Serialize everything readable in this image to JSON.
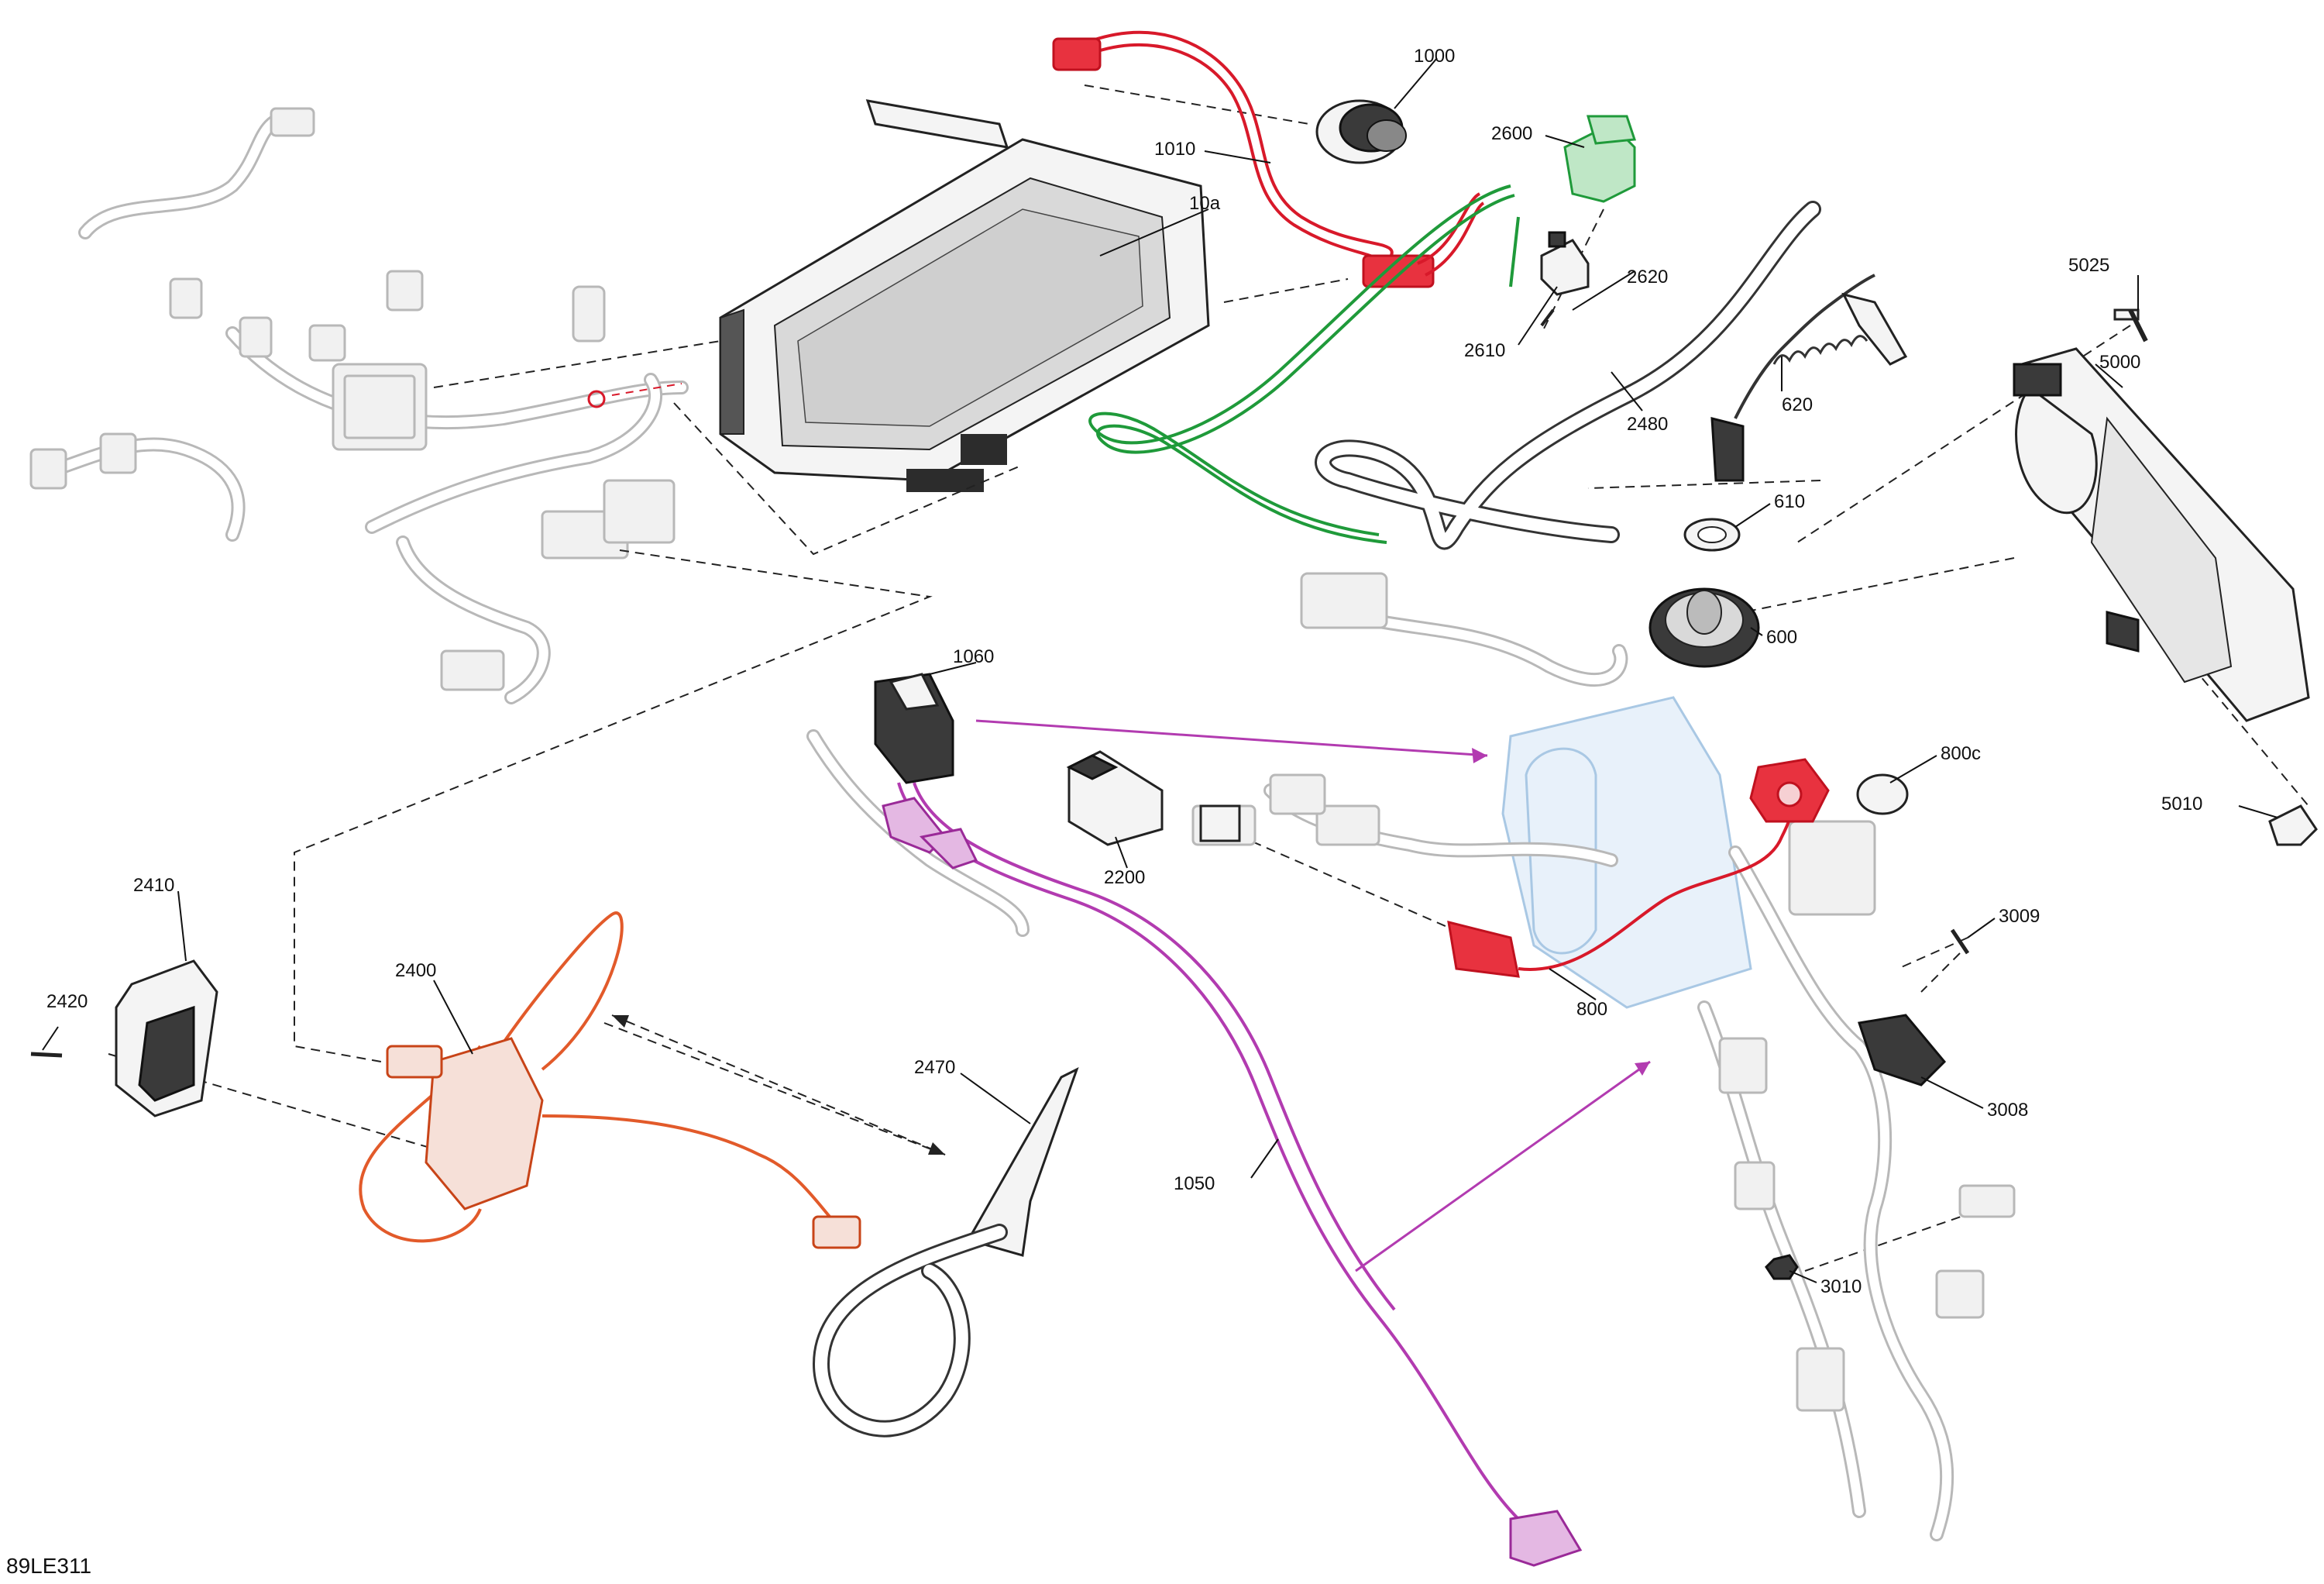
{
  "figure_id": "89LE311",
  "callouts": {
    "c1000": "1000",
    "c1010": "1010",
    "c10a": "10a",
    "c2600": "2600",
    "c2610": "2610",
    "c2620": "2620",
    "c2480": "2480",
    "c620": "620",
    "c5025": "5025",
    "c5000": "5000",
    "c610": "610",
    "c600": "600",
    "c1060": "1060",
    "c800c": "800c",
    "c5010": "5010",
    "c2200": "2200",
    "c3009": "3009",
    "c800": "800",
    "c2410": "2410",
    "c2400": "2400",
    "c2420": "2420",
    "c2470": "2470",
    "c3008": "3008",
    "c1050": "1050",
    "c3010": "3010"
  },
  "colors": {
    "red": "#d8192a",
    "orange": "#e25a2a",
    "green": "#1f9a3a",
    "magenta": "#b23bb0",
    "ghost": "#b8b8b8",
    "blue": "#a9c8e4"
  }
}
